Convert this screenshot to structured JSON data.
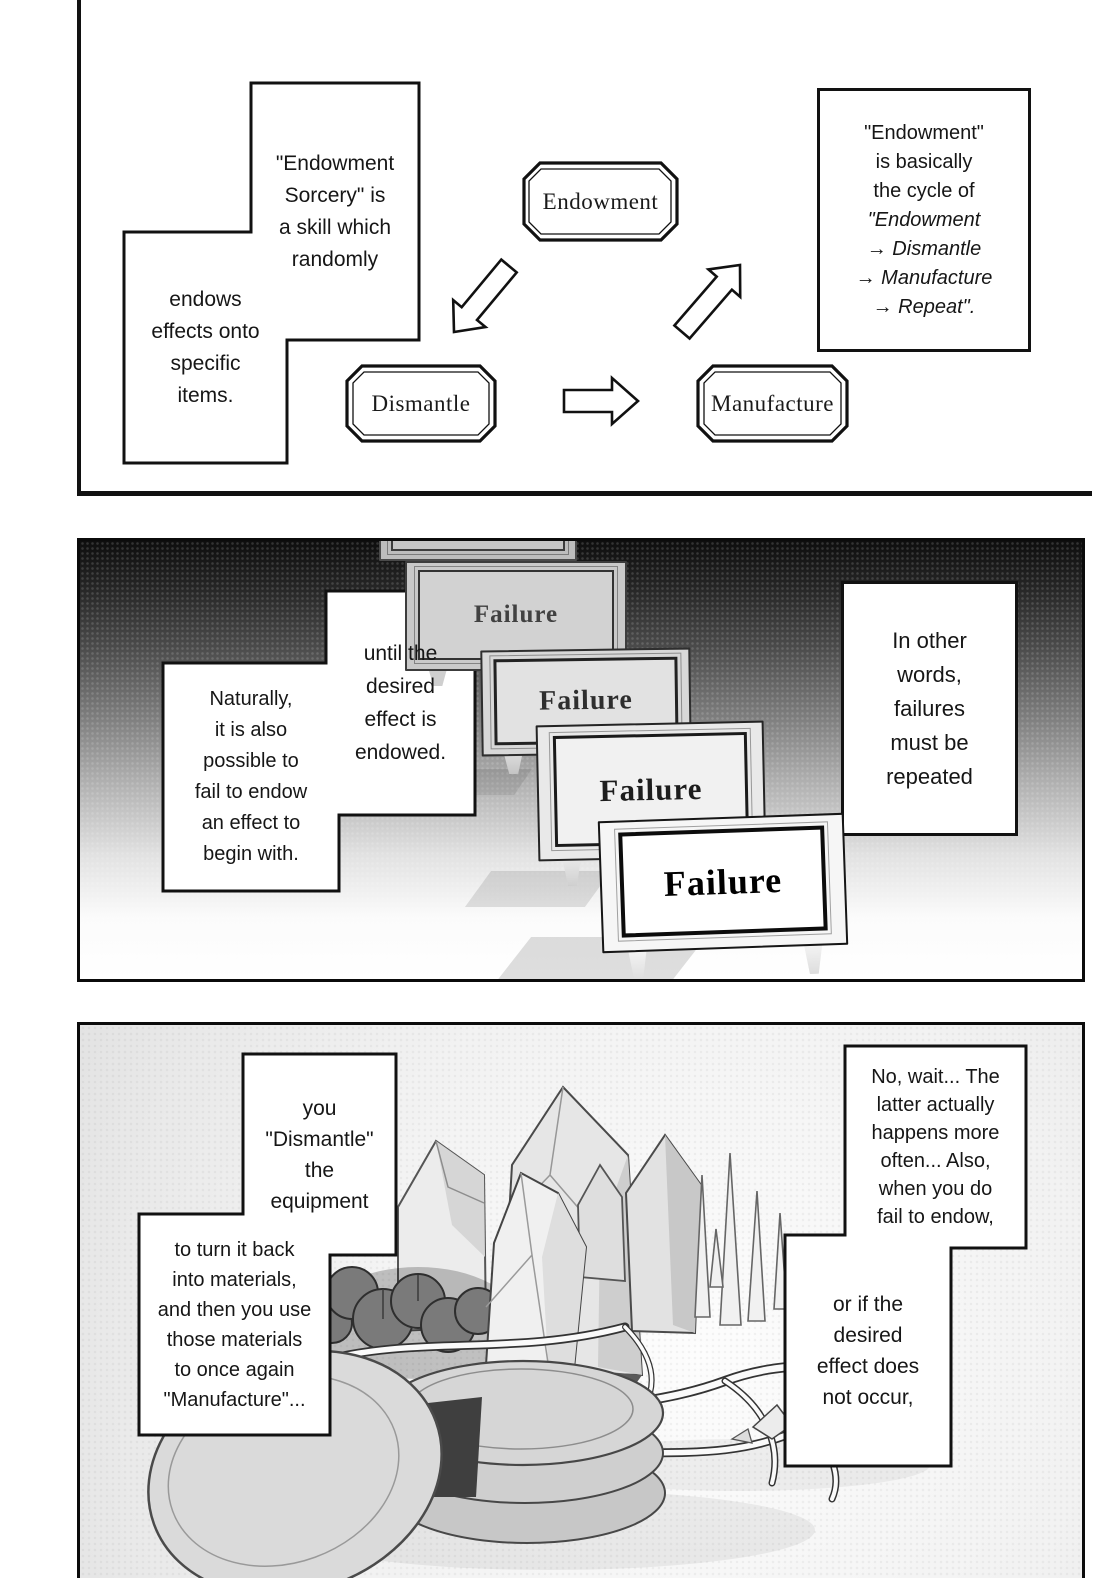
{
  "colors": {
    "ink": "#111111",
    "paper": "#ffffff"
  },
  "panel1": {
    "bubble_top_left": "\"Endowment\nSorcery\" is\na skill which\nrandomly",
    "bubble_bottom_left": "endows\neffects onto\nspecific\nitems.",
    "bubble_right_regular": "\"Endowment\"\nis basically\nthe cycle of",
    "bubble_right_italic": "\"Endowment\n→ Dismantle\n→ Manufacture\n→ Repeat\".",
    "node_endowment": "Endowment",
    "node_dismantle": "Dismantle",
    "node_manufacture": "Manufacture"
  },
  "panel2": {
    "bubble_until": "until the\ndesired\neffect is\nendowed.",
    "bubble_naturally": "Naturally,\nit is also\npossible to\nfail to endow\nan effect to\nbegin with.",
    "bubble_in_other_words": "In other\nwords,\nfailures\nmust be\nrepeated",
    "sign_label": "Failure"
  },
  "panel3": {
    "bubble_you_dismantle": "you\n\"Dismantle\"\nthe\nequipment",
    "bubble_turn_back": "to turn it back\ninto materials,\nand then you use\nthose materials\nto once again\n\"Manufacture\"...",
    "bubble_no_wait": "No, wait... The\nlatter actually\nhappens more\noften... Also,\nwhen you do\nfail to endow,",
    "bubble_or_if": "or if the\ndesired\neffect does\nnot occur,"
  }
}
